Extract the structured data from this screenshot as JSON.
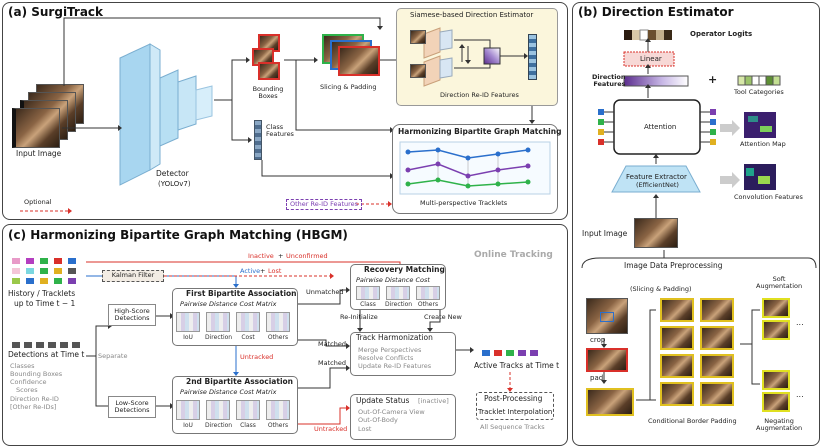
{
  "panel_a": {
    "title": "(a) SurgiTrack",
    "input_image": "Input Image",
    "detector": "Detector",
    "detector_sub": "(YOLOv7)",
    "bounding_boxes": "Bounding\nBoxes",
    "class_features": "Class\nFeatures",
    "slicing": "Slicing & Padding",
    "siamese_title": "Siamese-based Direction Estimator",
    "direction_reid": "Direction Re-ID Features",
    "hbgm_title": "Harmonizing Bipartite Graph Matching",
    "tracklets": "Multi-perspective Tracklets",
    "other_reid": "Other Re-ID Features",
    "optional": "Optional"
  },
  "panel_b": {
    "title": "(b) Direction Estimator",
    "operator_logits": "Operator Logits",
    "linear": "Linear",
    "direction_features": "Direction\nFeatures",
    "plus": "+",
    "tool_categories": "Tool Categories",
    "attention": "Attention",
    "attention_map": "Attention Map",
    "feature_extractor": "Feature Extractor",
    "feature_extractor_sub": "(EfficientNet)",
    "convolution_features": "Convolution Features",
    "input_image": "Input Image",
    "preprocessing": "Image Data Preprocessing",
    "slicing_padding": "(Slicing & Padding)",
    "crop": "crop",
    "pad": "pad",
    "conditional": "Conditional Border Padding",
    "soft_aug": "Soft\nAugmentation",
    "negating_aug": "Negating\nAugmentation",
    "ellipsis": "..."
  },
  "panel_c": {
    "title": "(c) Harmonizing Bipartite Graph Matching (HBGM)",
    "online_tracking": "Online Tracking",
    "history": "History / Tracklets",
    "history_sub": "up to Time t − 1",
    "kalman": "Kalman Filter",
    "inactive_unconfirmed_a": "Inactive",
    "inactive_unconfirmed_b": "Unconfirmed",
    "active": "Active",
    "lost": "Lost",
    "recovery_title": "Recovery Matching",
    "pairwise": "Pairwise Distance Cost",
    "first_title": "First Bipartite Association",
    "pairwise_matrix": "Pairwise Distance Cost Matrix",
    "cols_first": [
      "IoU",
      "Direction",
      "Cost",
      "Others"
    ],
    "cols_recovery": [
      "Class",
      "Direction",
      "Others"
    ],
    "high_score": "High-Score\nDetections",
    "low_score": "Low-Score\nDetections",
    "detections": "Detections at Time t",
    "separate": "Separate",
    "detection_items": [
      "Classes",
      "Bounding Boxes",
      "Confidence",
      "Scores",
      "Direction Re-ID",
      "[Other Re-IDs]"
    ],
    "unmatched": "Unmatched",
    "reinitialize": "Re-Initialize",
    "create_new": "Create New",
    "matched": "Matched",
    "untracked": "Untracked",
    "harmonization_title": "Track Harmonization",
    "harmonization_items": [
      "Merge Perspectives",
      "Resolve Conflicts",
      "Update Re-ID Features"
    ],
    "active_tracks": "Active Tracks at Time t",
    "second_title": "2nd Bipartite Association",
    "cols_second": [
      "IoU",
      "Direction",
      "Class",
      "Others"
    ],
    "update_title": "Update Status",
    "update_tag": "[inactive]",
    "update_items": [
      "Out-Of-Camera View",
      "Out-Of-Body",
      "Lost"
    ],
    "post_title": "Post-Processing",
    "post_sub": "Tracklet  Interpolation",
    "all_sequence": "All Sequence Tracks"
  },
  "colors": {
    "red": "#d9302a",
    "blue": "#2a6fcc",
    "purple": "#7b3fb0",
    "panel_bg_yellow": "#fbf6dc",
    "feature_blue": "#bfe3f5"
  }
}
